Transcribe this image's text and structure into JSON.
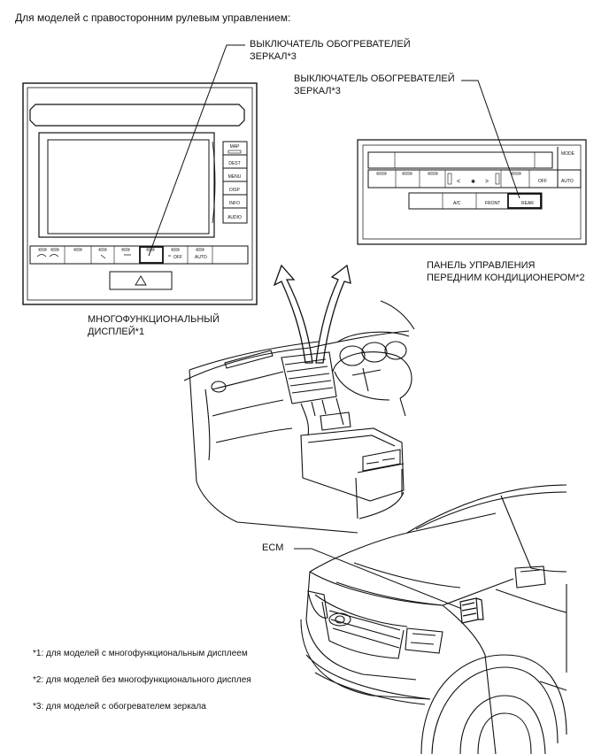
{
  "heading": "Для моделей с правосторонним рулевым управлением:",
  "callouts": {
    "mirror_switch_display": [
      "ВЫКЛЮЧАТЕЛЬ ОБОГРЕВАТЕЛЕЙ",
      "ЗЕРКАЛ*3"
    ],
    "mirror_switch_panel": [
      "ВЫКЛЮЧАТЕЛЬ ОБОГРЕВАТЕЛЕЙ",
      "ЗЕРКАЛ*3"
    ],
    "ac_panel": [
      "ПАНЕЛЬ УПРАВЛЕНИЯ",
      "ПЕРЕДНИМ КОНДИЦИОНЕРОМ*2"
    ],
    "multi_display": [
      "МНОГОФУНКЦИОНАЛЬНЫЙ",
      "ДИСПЛЕЙ*1"
    ],
    "ecm": "ECM"
  },
  "display_buttons": [
    "MAP",
    "DEST",
    "MENU",
    "DISP",
    "INFO",
    "AUDIO"
  ],
  "display_bottom_labels": {
    "fan_off": "OFF",
    "auto": "AUTO"
  },
  "panel_labels": {
    "mode": "MODE",
    "fan_off": "OFF",
    "auto": "AUTO",
    "ac": "A/C",
    "front": "FRONT",
    "rear": "REAR"
  },
  "footnotes": [
    "*1: для моделей с многофункциональным дисплеем",
    "*2: для моделей без многофункционального дисплея",
    "*3: для моделей с обогревателем зеркала"
  ]
}
